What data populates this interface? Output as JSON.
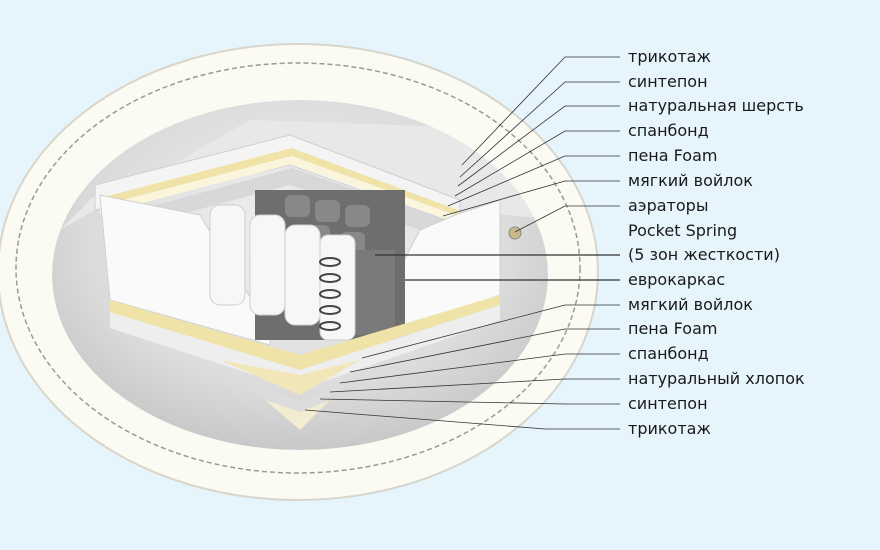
{
  "colors": {
    "background": "#e6f4fc",
    "oval": "#fbfaf3",
    "leader": "#333333",
    "foam": "#efe3a8"
  },
  "labels": [
    {
      "text": "трикотаж"
    },
    {
      "text": "синтепон"
    },
    {
      "text": "натуральная шерсть"
    },
    {
      "text": "спанбонд"
    },
    {
      "text": "пена Foam"
    },
    {
      "text": "мягкий войлок"
    },
    {
      "text": "аэраторы"
    },
    {
      "text": "Pocket Spring"
    },
    {
      "text": "(5 зон жесткости)"
    },
    {
      "text": "еврокаркас"
    },
    {
      "text": "мягкий войлок"
    },
    {
      "text": "пена Foam"
    },
    {
      "text": "спанбонд"
    },
    {
      "text": "натуральный хлопок"
    },
    {
      "text": "синтепон"
    },
    {
      "text": "трикотаж"
    }
  ]
}
